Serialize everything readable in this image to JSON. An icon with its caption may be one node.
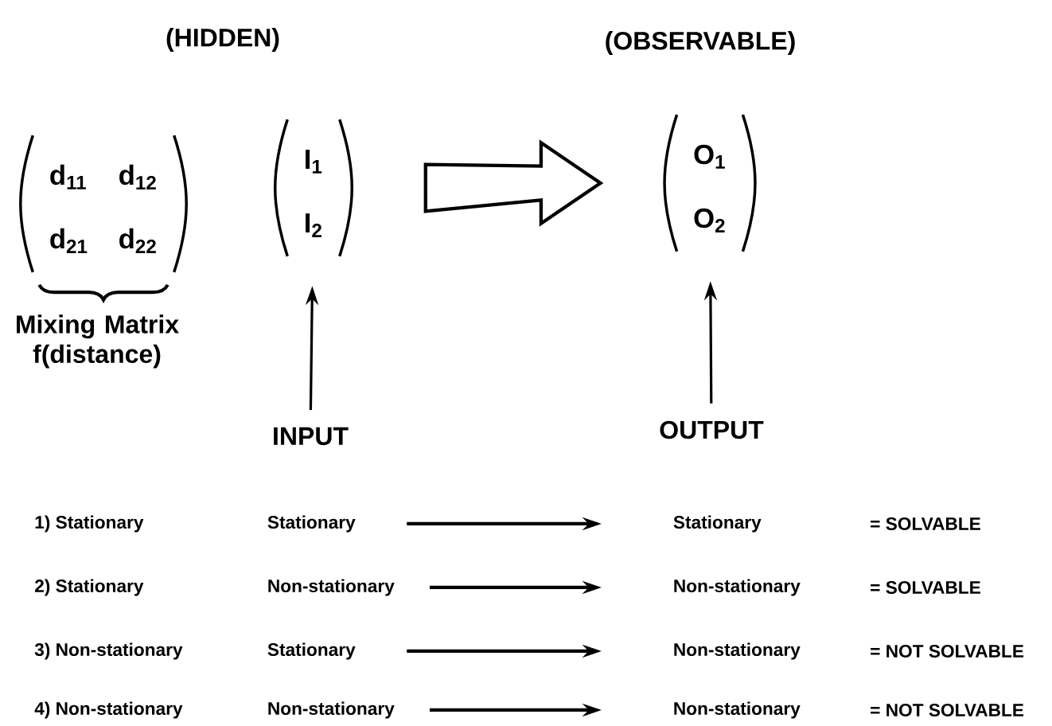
{
  "diagram": {
    "nodes": [
      {
        "text": [
          "d$_{11}$",
          "d$_{12}$",
          "d$_{21}$",
          "d$_{22}$"
        ],
        "beside": [
          "Mixing Matrix f(distance)"
        ]
      },
      {
        "text": [
          "I$_{1}$",
          "I$_{2}$"
        ]
      },
      {
        "text": [
          "O$_{1}$",
          "O$_{2}$"
        ]
      },
      {
        "text": [
          "INPUT"
        ]
      },
      {
        "text": [
          "OUTPUT"
        ]
      },
      {
        "text": [
          "Stationary"
        ]
      },
      {
        "text": [
          "Stationary"
        ]
      },
      {
        "text": [
          "Non-stationary"
        ]
      },
      {
        "text": [
          "Non-stationary"
        ]
      },
      {
        "text": [
          "Stationary"
        ]
      },
      {
        "text": [
          "Non-stationary"
        ]
      },
      {
        "text": [
          "Non-stationary"
        ]
      },
      {
        "text": [
          "Non-stationary"
        ]
      }
    ],
    "edges": [
      {
        "from": 1,
        "to": 2,
        "arrow": "to",
        "style": "thick"
      },
      {
        "from": 3,
        "to": 1,
        "arrow": "to"
      },
      {
        "from": 4,
        "to": 2,
        "arrow": "to"
      },
      {
        "from": 5,
        "to": 6,
        "arrow": "to"
      },
      {
        "from": 7,
        "to": 8,
        "arrow": "to"
      },
      {
        "from": 9,
        "to": 10,
        "arrow": "to"
      },
      {
        "from": 11,
        "to": 12,
        "arrow": "to"
      }
    ],
    "labels": [
      "(HIDDEN)",
      "(OBSERVABLE)",
      "1) Stationary",
      "= SOLVABLE",
      "2) Stationary",
      "= SOLVABLE",
      "3) Non-stationary",
      "= NOT SOLVABLE",
      "4) Non-stationary",
      "= NOT SOLVABLE"
    ]
  }
}
